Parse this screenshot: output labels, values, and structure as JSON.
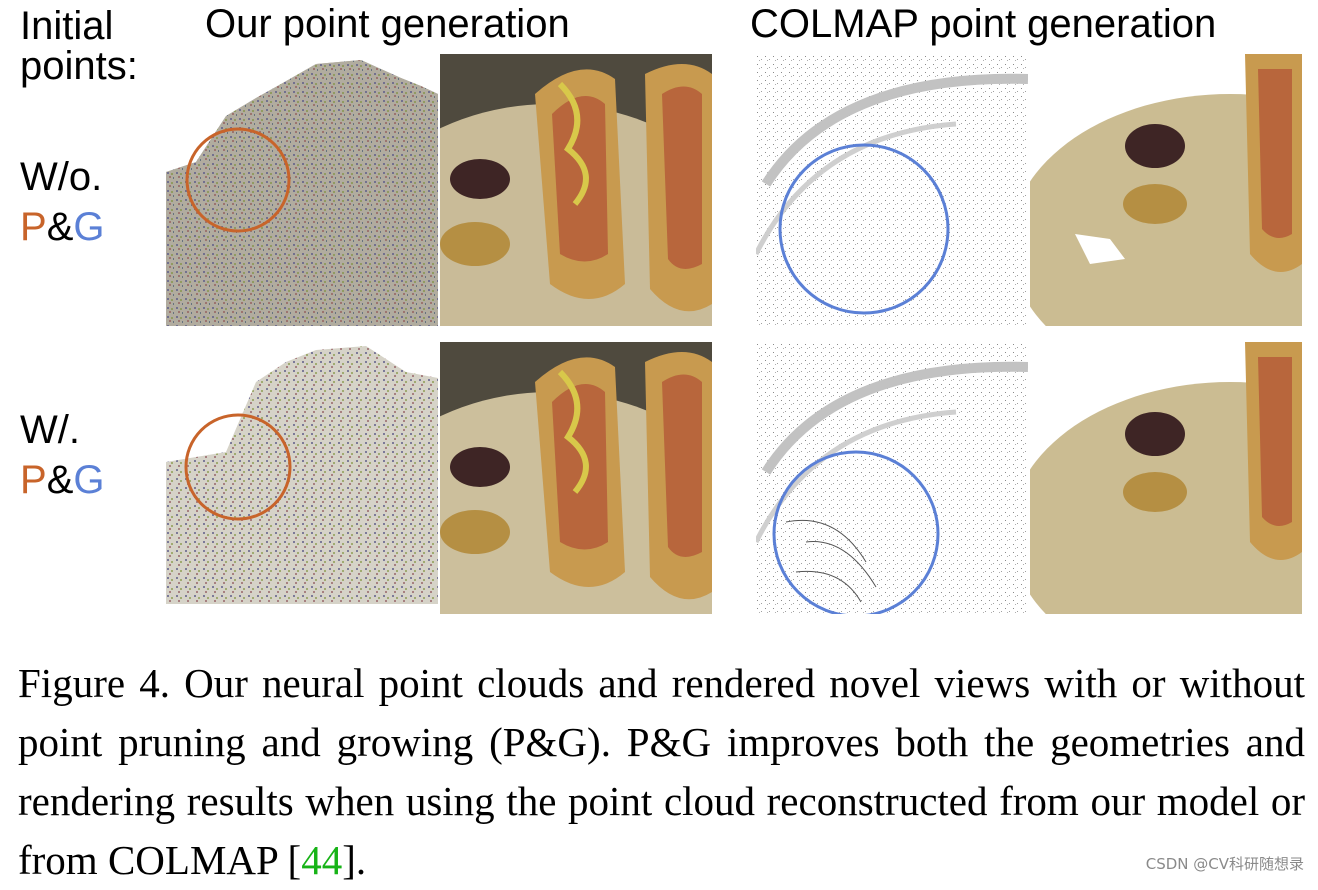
{
  "header": {
    "initial_points_label": "Initial\npoints:",
    "ours_title": "Our point generation",
    "colmap_title": "COLMAP point generation"
  },
  "rows": [
    {
      "prefix": "W/o.",
      "p": "P",
      "amp": "&",
      "g": "G"
    },
    {
      "prefix": "W/.",
      "p": "P",
      "amp": "&",
      "g": "G"
    }
  ],
  "caption": {
    "text": "Figure 4. Our neural point clouds and rendered novel views with or without point pruning and growing (P&G). P&G improves both the geometries and rendering results when using the point cloud reconstructed from our model or from COLMAP [",
    "citation": "44",
    "end": "]."
  },
  "watermark": "CSDN @CV科研随想录",
  "colors": {
    "orange": "#c8642a",
    "blue": "#5b80d6",
    "citation_green": "#17b317"
  }
}
